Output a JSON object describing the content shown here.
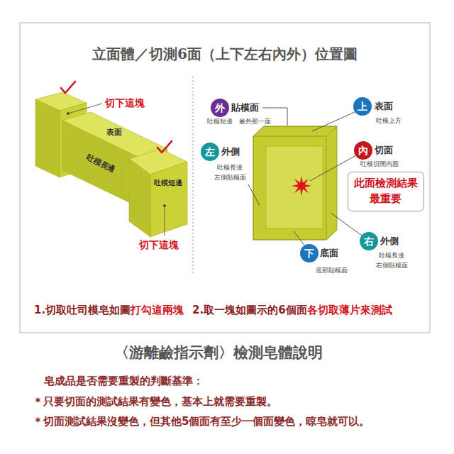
{
  "diagram": {
    "title": "立面體／切測6面（上下左右內外）位置圖",
    "nodes": [
      {
        "text": [
          "外"
        ]
      },
      {
        "text": [
          "上"
        ]
      },
      {
        "text": [
          "左"
        ]
      },
      {
        "text": [
          "內"
        ]
      },
      {
        "text": [
          "此面檢測結果 最重要"
        ]
      },
      {
        "text": [
          "右"
        ]
      },
      {
        "text": [
          "下"
        ]
      }
    ],
    "labels": [
      "切下這塊",
      "表面",
      "吐模長邊",
      "吐模短邊",
      "切下這塊",
      "貼模面",
      "吐模短邊　最外那一面",
      "表面",
      "吐模上方",
      "外側",
      "吐模長邊",
      "左側貼模面",
      "切面",
      "吐模切開內面",
      "外側",
      "吐模長邊",
      "右側貼模面",
      "底面",
      "底部貼模面",
      "1.切取吐司模皂如圖",
      "打勾這兩塊",
      "2.取一塊如圖示的6個面",
      "各切取薄片來測試",
      "〈游離鹼指示劑〉檢測皂體說明",
      "皂成品是否需要重製的判斷基準：",
      "＊只要切面的測試結果有變色，基本上就需要重製。",
      "＊切面測試結果沒變色，但其他5個面有至少一個面變色，晾皂就可以。"
    ]
  }
}
